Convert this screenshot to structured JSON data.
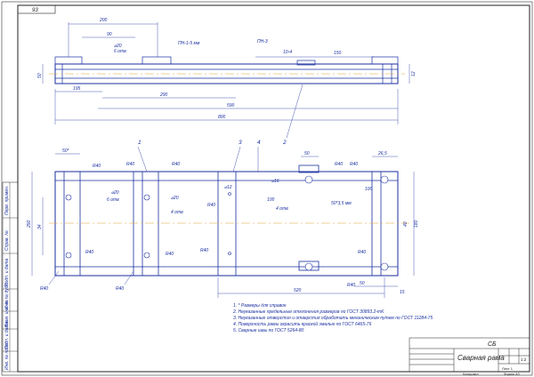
{
  "corner_stamp": "93",
  "top_view_dims": {
    "d200": "200",
    "d90": "90",
    "d150": "150",
    "d195": "195",
    "d290": "290",
    "d590": "590",
    "d800": "800",
    "d50": "50",
    "d12": "12",
    "hole_a": "⌀20",
    "hole_b": "6 отв",
    "weld_a": "ПН-1-5 мм",
    "weld_b": "ПН-3",
    "weld_c": "10-4"
  },
  "plan_view_dims": {
    "d50a": "50*",
    "d50b": "50",
    "d265": "26,5",
    "d290": "290",
    "d34": "34",
    "d180": "180",
    "d40": "40",
    "d520": "520",
    "d100a": "100",
    "d100b": "100",
    "d50c": "50",
    "d15": "15",
    "r40": "R40",
    "h20a": "⌀20",
    "h20b": "⌀20",
    "h16": "⌀16",
    "holes6": "6 отв",
    "holes4a": "4 отв",
    "holes4b": "4 отв",
    "h12": "⌀12",
    "weld": "50*3,5 мм"
  },
  "positions": [
    "1",
    "2",
    "3",
    "4"
  ],
  "notes": [
    "1. * Размеры для справок",
    "2. Неуказанные предельные отклонения размеров по ГОСТ 30893.2-mK",
    "3. Неуказанные отверстия и отверстия обработать механическим путем по ГОСТ 11284-75",
    "4. Поверхность рамы окрасить краской эмалью по ГОСТ 6465-76",
    "5. Сварные швы по ГОСТ 5264-80"
  ],
  "title_block": {
    "code": "СБ",
    "title": "Сварная рама",
    "scale": "1:2",
    "sheet": "Лист 1",
    "copied": "Копировал",
    "format": "Формат А3"
  },
  "side_strip": [
    "Перв. примен.",
    "Справ. №",
    "Подп. и дата",
    "Инв. № дубл.",
    "Взам. инв. №",
    "Подп. и дата",
    "Инв. № подл."
  ],
  "colors": {
    "frame": "#1a2fa0",
    "centerline": "#e0a030",
    "paper": "#ffffff"
  }
}
